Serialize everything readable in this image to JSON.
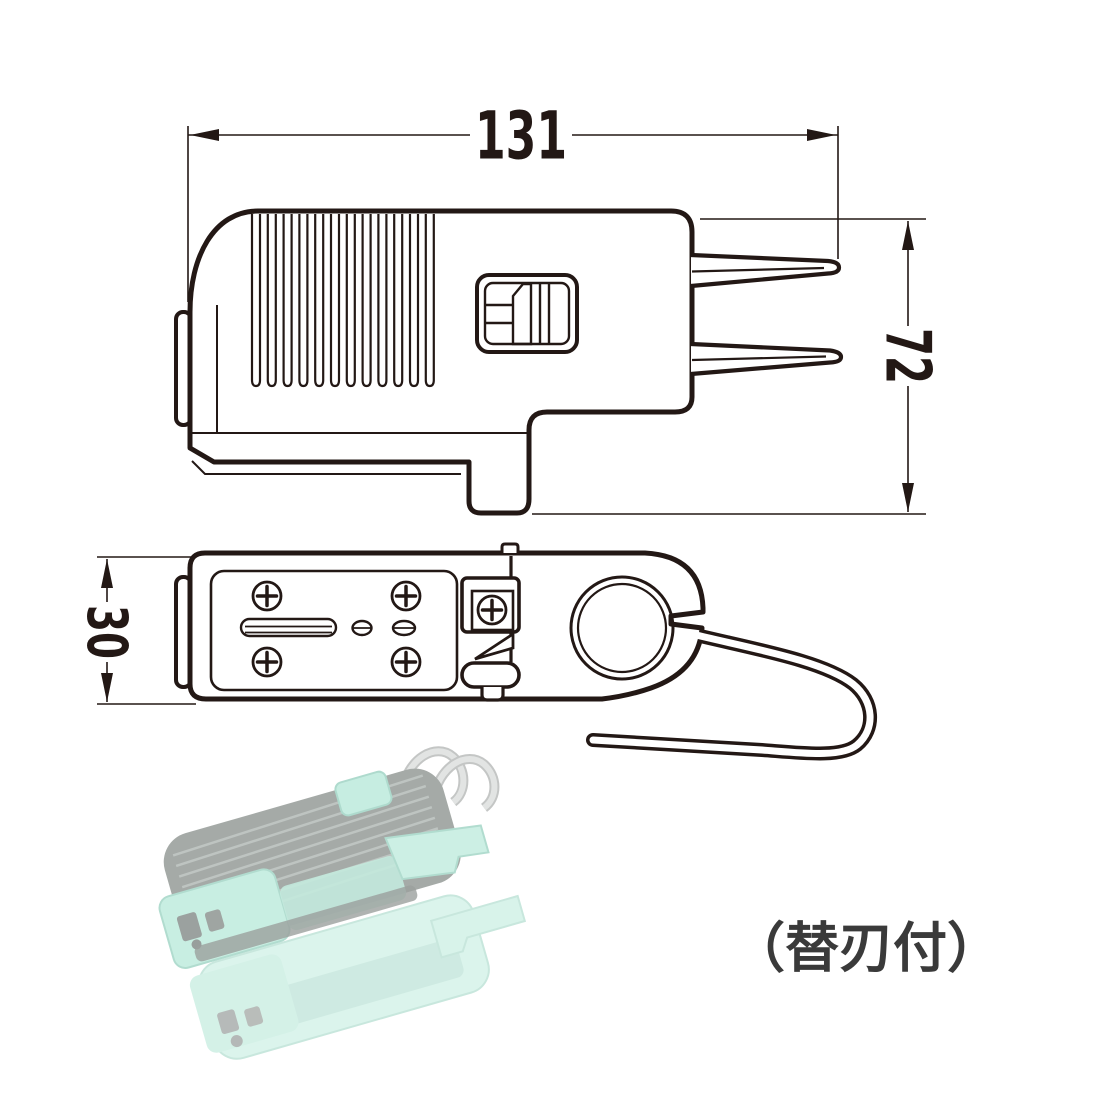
{
  "drawing": {
    "line_color": "#231815",
    "dimensions": {
      "width": {
        "value": "131"
      },
      "depth": {
        "value": "72"
      },
      "height": {
        "value": "30"
      }
    }
  },
  "caption": {
    "text": "（替刃付）",
    "color": "#3a3a3a"
  },
  "photo": {
    "body_color": "#4d5852",
    "accent_color": "#93dec6",
    "accent_dark": "#63b49c",
    "prong_color": "#c6cbc9",
    "faded_unit_color": "#9fe2cc"
  }
}
